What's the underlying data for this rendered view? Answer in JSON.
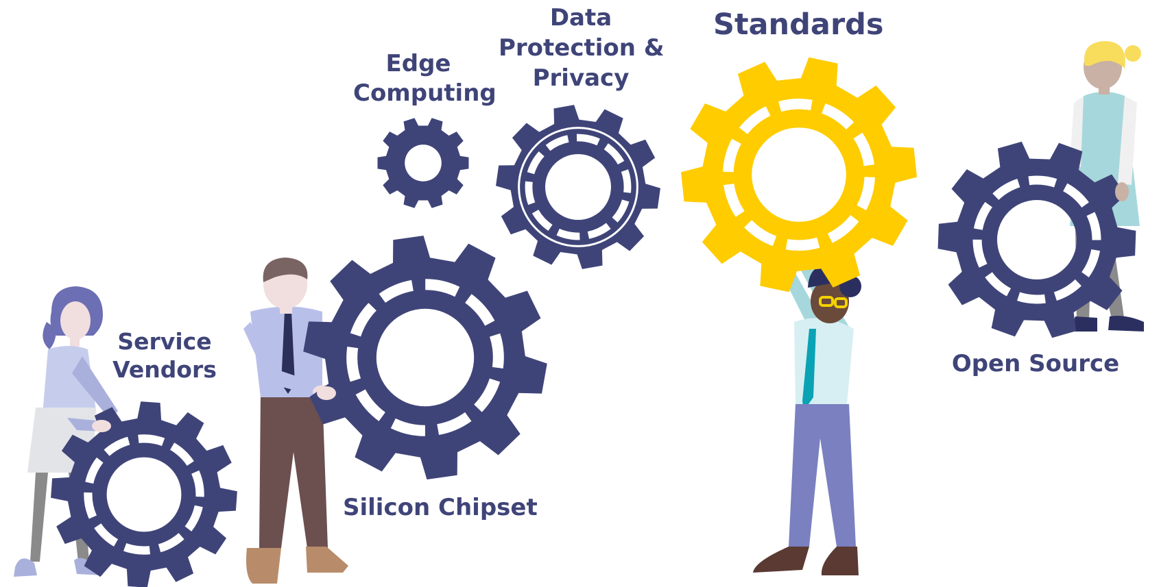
{
  "colors": {
    "gear_navy": "#3f4478",
    "gear_gold": "#ffcc00",
    "text": "#3f4478",
    "background": "#ffffff"
  },
  "labels": {
    "service_vendors": [
      "Service",
      "Vendors"
    ],
    "silicon_chipset": "Silicon Chipset",
    "edge_computing": [
      "Edge",
      "Computing"
    ],
    "data_protection": [
      "Data",
      "Protection &",
      "Privacy"
    ],
    "standards": "Standards",
    "open_source": "Open Source"
  },
  "gears": [
    {
      "id": "service-vendors",
      "color": "navy",
      "teeth": 12
    },
    {
      "id": "silicon-chipset",
      "color": "navy",
      "teeth": 10
    },
    {
      "id": "edge-computing",
      "color": "navy",
      "teeth": 10
    },
    {
      "id": "data-protection",
      "color": "navy",
      "teeth": 10
    },
    {
      "id": "standards",
      "color": "gold",
      "teeth": 10
    },
    {
      "id": "open-source",
      "color": "navy",
      "teeth": 10
    }
  ],
  "people": [
    "woman-left",
    "man-center",
    "man-reaching",
    "woman-right"
  ]
}
